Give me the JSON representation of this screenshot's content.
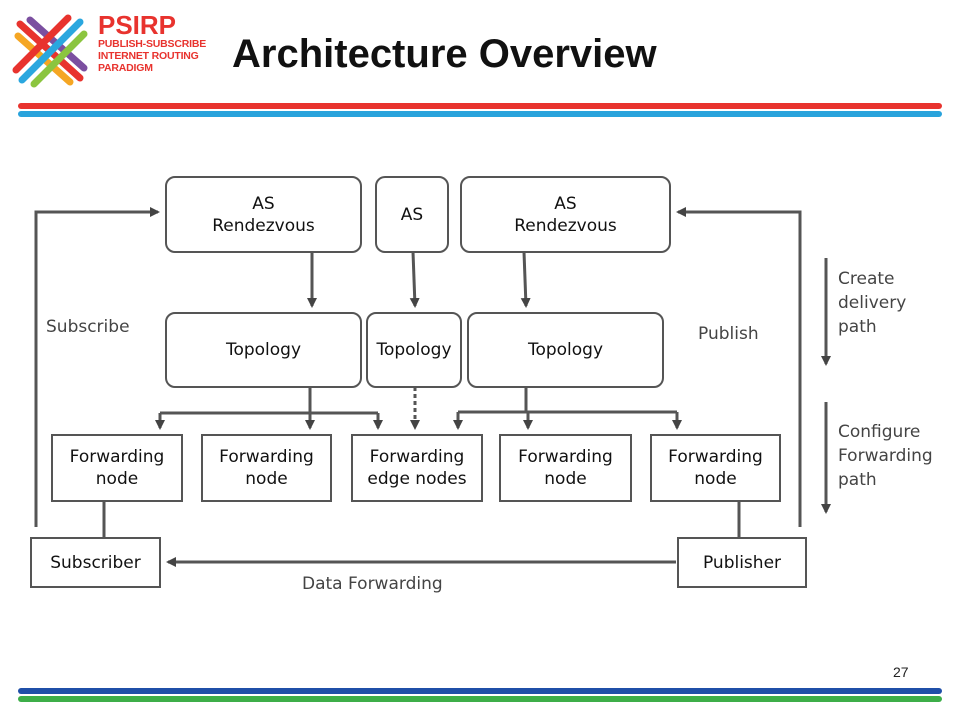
{
  "slide": {
    "title": "Architecture Overview",
    "page_number": "27"
  },
  "logo": {
    "name": "PSIRP",
    "lines": [
      "PUBLISH-SUBSCRIBE",
      "INTERNET ROUTING",
      "PARADIGM"
    ],
    "colors": [
      "#e8332e",
      "#2aa7df",
      "#8bc53f",
      "#f5a623",
      "#7b4fa0"
    ]
  },
  "stripes": {
    "top_colors": [
      "#e8332e",
      "#29a3dc"
    ],
    "bottom_colors": [
      "#1f4fa8",
      "#3dae49"
    ]
  },
  "diagram": {
    "rendezvous_left": [
      "AS",
      "Rendezvous"
    ],
    "as_middle": "AS",
    "rendezvous_right": [
      "AS",
      "Rendezvous"
    ],
    "topology_left": "Topology",
    "topology_middle": "Topology",
    "topology_right": "Topology",
    "fwd_1": [
      "Forwarding",
      "node"
    ],
    "fwd_2": [
      "Forwarding",
      "node"
    ],
    "fwd_edge": [
      "Forwarding",
      "edge nodes"
    ],
    "fwd_4": [
      "Forwarding",
      "node"
    ],
    "fwd_5": [
      "Forwarding",
      "node"
    ],
    "subscriber": "Subscriber",
    "publisher": "Publisher",
    "subscribe_label": "Subscribe",
    "publish_label": "Publish",
    "data_forwarding_label": "Data Forwarding",
    "create_path": [
      "Create",
      "delivery",
      "path"
    ],
    "configure_path": [
      "Configure",
      "Forwarding",
      "path"
    ]
  }
}
